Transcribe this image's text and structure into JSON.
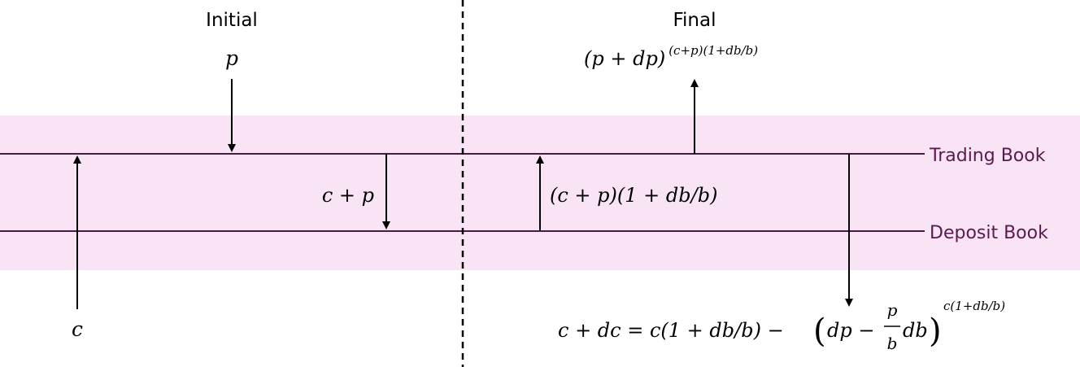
{
  "headers": {
    "initial": "Initial",
    "final": "Final"
  },
  "books": {
    "trading": "Trading Book",
    "deposit": "Deposit Book"
  },
  "labels": {
    "initial_p": "p",
    "initial_c": "c",
    "transfer_initial": "c + p",
    "transfer_final": "(c + p)(1 + db/b)",
    "final_trading_base": "(p + dp)",
    "final_trading_exp": "(c+p)(1+db/b)",
    "final_deposit_lhs": "c + dc = c(1 + db/b) − ",
    "final_deposit_paren_open": "(",
    "final_deposit_dp": "dp − ",
    "final_deposit_frac_num": "p",
    "final_deposit_frac_den": "b",
    "final_deposit_db": "db",
    "final_deposit_paren_close": ")",
    "final_deposit_exp": "c(1+db/b)"
  },
  "colors": {
    "band": "#f8e4f5",
    "book_line": "#4a1942",
    "book_text": "#5a1a50",
    "arrow": "#000000"
  }
}
